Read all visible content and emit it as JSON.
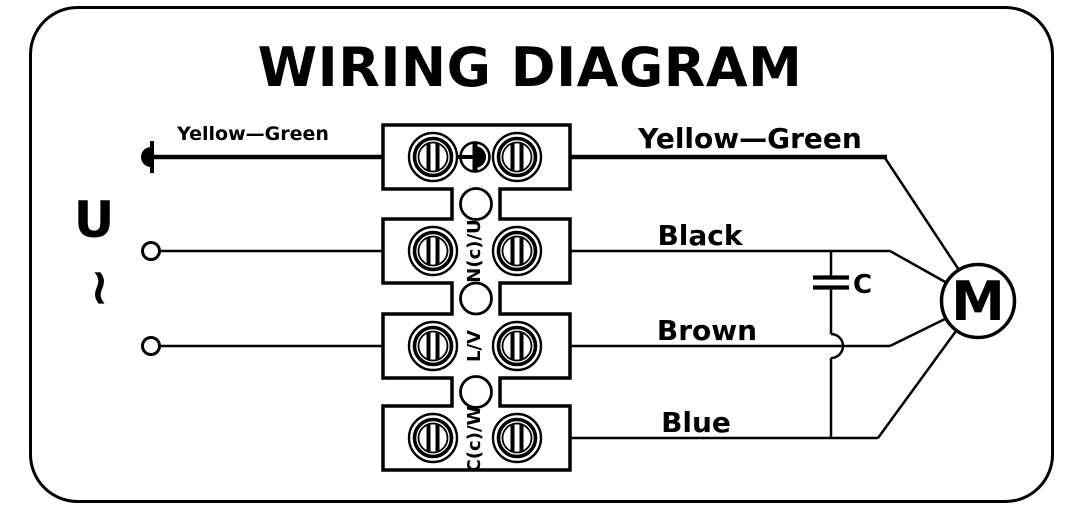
{
  "title": "WIRING DIAGRAM",
  "power_supply": {
    "voltage_symbol": "U",
    "ac_symbol": "~"
  },
  "input_wire_label": "Yellow—Green",
  "output_wire_labels": {
    "earth": "Yellow—Green",
    "black": "Black",
    "brown": "Brown",
    "blue": "Blue"
  },
  "terminal_block": {
    "row2_label": "N(c)/U",
    "row3_label": "L/V",
    "row4_label": "C(c)/W"
  },
  "capacitor_label": "C",
  "motor_label": "M",
  "colors": {
    "ink": "#000000",
    "paper": "#ffffff"
  }
}
